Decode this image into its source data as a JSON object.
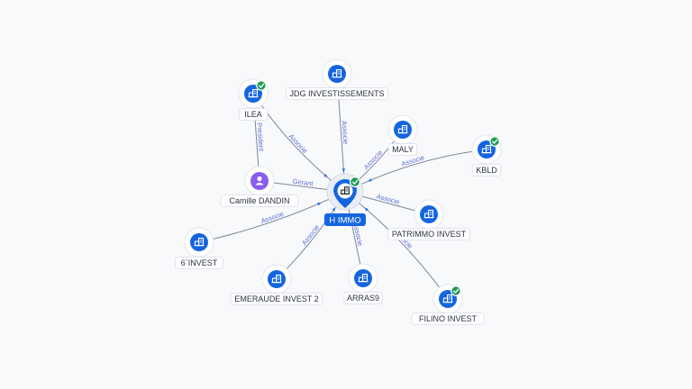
{
  "center": {
    "label": "H IMMO",
    "verified": true,
    "icon": "building-icon"
  },
  "nodes": [
    {
      "id": "jdg",
      "label": "JDG INVESTISSEMENTS",
      "icon": "building-icon",
      "verified": false
    },
    {
      "id": "ilea",
      "label": "ILEA",
      "icon": "building-icon",
      "verified": true
    },
    {
      "id": "maly",
      "label": "MALY",
      "icon": "building-icon",
      "verified": false
    },
    {
      "id": "kbld",
      "label": "KBLD",
      "icon": "building-icon",
      "verified": true
    },
    {
      "id": "camille",
      "label": "Camille DANDIN",
      "icon": "person-icon",
      "verified": false
    },
    {
      "id": "patrimmo",
      "label": "PATRIMMO INVEST",
      "icon": "building-icon",
      "verified": false
    },
    {
      "id": "invest6",
      "label": "6`INVEST",
      "icon": "building-icon",
      "verified": false
    },
    {
      "id": "emeraude",
      "label": "EMERAUDE INVEST 2",
      "icon": "building-icon",
      "verified": false
    },
    {
      "id": "arras9",
      "label": "ARRAS9",
      "icon": "building-icon",
      "verified": false
    },
    {
      "id": "filino",
      "label": "FILINO INVEST",
      "icon": "building-icon",
      "verified": true
    }
  ],
  "edges": [
    {
      "from": "jdg",
      "to": "center",
      "label": "Associe"
    },
    {
      "from": "ilea",
      "to": "center",
      "label": "Associe"
    },
    {
      "from": "maly",
      "to": "center",
      "label": "Associe"
    },
    {
      "from": "kbld",
      "to": "center",
      "label": "Associe"
    },
    {
      "from": "camille",
      "to": "center",
      "label": "Gerant"
    },
    {
      "from": "patrimmo",
      "to": "center",
      "label": "Associe"
    },
    {
      "from": "invest6",
      "to": "center",
      "label": "Associe"
    },
    {
      "from": "emeraude",
      "to": "center",
      "label": "Associe"
    },
    {
      "from": "arras9",
      "to": "center",
      "label": "Associe"
    },
    {
      "from": "filino",
      "to": "center",
      "label": "Associe"
    },
    {
      "from": "camille",
      "to": "ilea",
      "label": "President"
    }
  ],
  "colors": {
    "company": "#1565e0",
    "person": "#8a5cf0",
    "verified": "#1f9d55",
    "edge_label": "#5b6fd6",
    "edge": "#7d8796"
  }
}
